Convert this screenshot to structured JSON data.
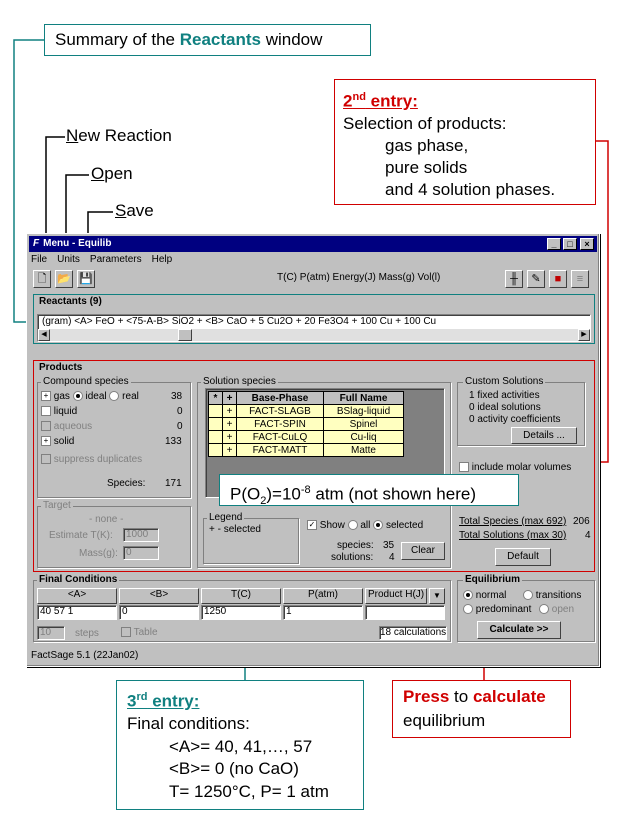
{
  "callouts": {
    "summary": {
      "prefix": "Summary of the ",
      "highlight": "Reactants",
      "suffix": " window"
    },
    "new_reaction": {
      "first": "N",
      "rest": "ew Reaction"
    },
    "open": {
      "first": "O",
      "rest": "pen"
    },
    "save": {
      "first": "S",
      "rest": "ave"
    },
    "second": {
      "num": "2",
      "sup": "nd",
      "title": " entry:",
      "lines": [
        "Selection of products:",
        "gas phase,",
        "pure solids",
        "and 4 solution phases."
      ]
    },
    "third": {
      "num": "3",
      "sup": "rd",
      "title": " entry:",
      "lines": [
        "Final conditions:",
        "<A>= 40, 41,…, 57",
        "<B>= 0 (no CaO)",
        "T= 1250°C, P= 1 atm"
      ]
    },
    "press": {
      "press": "Press",
      "to": " to ",
      "calculate": "calculate",
      "line2": "equilibrium"
    },
    "po2": {
      "a": "P(O",
      "sub": "2",
      "b": ")=10",
      "sup": "-8",
      "c": " atm (not shown here)"
    }
  },
  "window": {
    "title": "Menu - Equilib",
    "menu": [
      "File",
      "Units",
      "Parameters",
      "Help"
    ],
    "units_line": "T(C)  P(atm)  Energy(J)  Mass(g)  Vol(l)",
    "version": "FactSage 5.1   (22Jan02)"
  },
  "reactants": {
    "label": "Reactants  (9)",
    "text": "(gram) <A>  FeO     +     <75-A-B>  SiO2     +     <B>  CaO     +     5  Cu2O     +     20  Fe3O4     +     100  Cu     +     100  Cu"
  },
  "products": {
    "label": "Products",
    "compound": {
      "label": "Compound species",
      "gas": "gas",
      "ideal": "ideal",
      "real": "real",
      "gas_count": "38",
      "liquid": "liquid",
      "liquid_count": "0",
      "aqueous": "aqueous",
      "aqueous_count": "0",
      "solid": "solid",
      "solid_count": "133",
      "suppress": "suppress duplicates",
      "species_label": "Species:",
      "species_count": "171"
    },
    "target": {
      "label": "Target",
      "none": "- none -",
      "estimate": "Estimate T(K):",
      "estimate_val": "1000",
      "mass": "Mass(g):",
      "mass_val": "0"
    },
    "solution": {
      "label": "Solution species",
      "headers": [
        "*",
        "+",
        "Base-Phase",
        "Full Name"
      ],
      "rows": [
        {
          "plus": "+",
          "base": "FACT-SLAGB",
          "full": "BSlag-liquid"
        },
        {
          "plus": "+",
          "base": "FACT-SPIN",
          "full": "Spinel"
        },
        {
          "plus": "+",
          "base": "FACT-CuLQ",
          "full": "Cu-liq"
        },
        {
          "plus": "+",
          "base": "FACT-MATT",
          "full": "Matte"
        }
      ],
      "legend_label": "Legend",
      "legend_text": "+ - selected",
      "show": "Show",
      "all": "all",
      "selected": "selected",
      "species_label": "species:",
      "species_val": "35",
      "solutions_label": "solutions:",
      "solutions_val": "4",
      "clear": "Clear"
    },
    "custom": {
      "label": "Custom Solutions",
      "lines": [
        "1 fixed activities",
        "0 ideal solutions",
        "0 activity coefficients"
      ],
      "details": "Details ...",
      "molar": "include molar volumes",
      "total_species": "Total Species (max 692)",
      "total_species_val": "206",
      "total_solutions": "Total Solutions (max 30)",
      "total_solutions_val": "4",
      "default": "Default"
    }
  },
  "final": {
    "label": "Final Conditions",
    "headers": [
      "<A>",
      "<B>",
      "T(C)",
      "P(atm)",
      "Product H(J)"
    ],
    "values": [
      "40 57 1",
      "0",
      "1250",
      "1",
      ""
    ],
    "steps_val": "10",
    "steps": "steps",
    "table": "Table",
    "calcs": "18 calculations"
  },
  "equilibrium": {
    "label": "Equilibrium",
    "normal": "normal",
    "transitions": "transitions",
    "predominant": "predominant",
    "open": "open",
    "calculate": "Calculate >>"
  },
  "colors": {
    "teal": "#108080",
    "red": "#d00000",
    "title": "#000080"
  }
}
